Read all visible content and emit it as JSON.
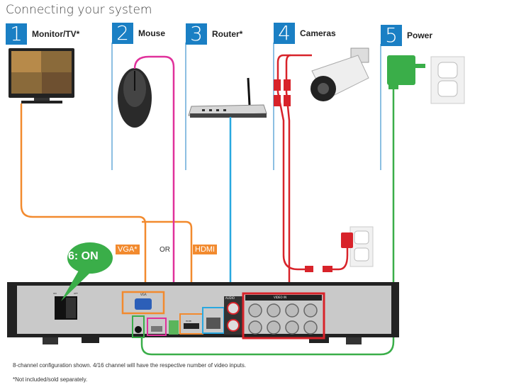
{
  "title": "Connecting your system",
  "steps": [
    {
      "number": "1",
      "label": "Monitor/TV*"
    },
    {
      "number": "2",
      "label": "Mouse"
    },
    {
      "number": "3",
      "label": "Router*"
    },
    {
      "number": "4",
      "label": "Cameras"
    },
    {
      "number": "5",
      "label": "Power"
    }
  ],
  "connectors": {
    "vga": "VGA*",
    "or": "OR",
    "hdmi": "HDMI"
  },
  "power_on": "6: ON",
  "dvr_panel": {
    "vga": "VGA",
    "audio": "AUDIO",
    "video_in": "VIDEO IN",
    "hdmi": "HDMI",
    "on": "ON",
    "off": "OFF"
  },
  "notes": [
    "8-channel configuration shown. 4/16 channel will have the respective number of video inputs.",
    "*Not included/sold separately."
  ],
  "colors": {
    "step_blue": "#1a7fc4",
    "vga_hdmi": "#f28a2e",
    "mouse": "#e0319b",
    "network": "#29a8e0",
    "camera": "#d8232a",
    "power": "#3aae49"
  }
}
